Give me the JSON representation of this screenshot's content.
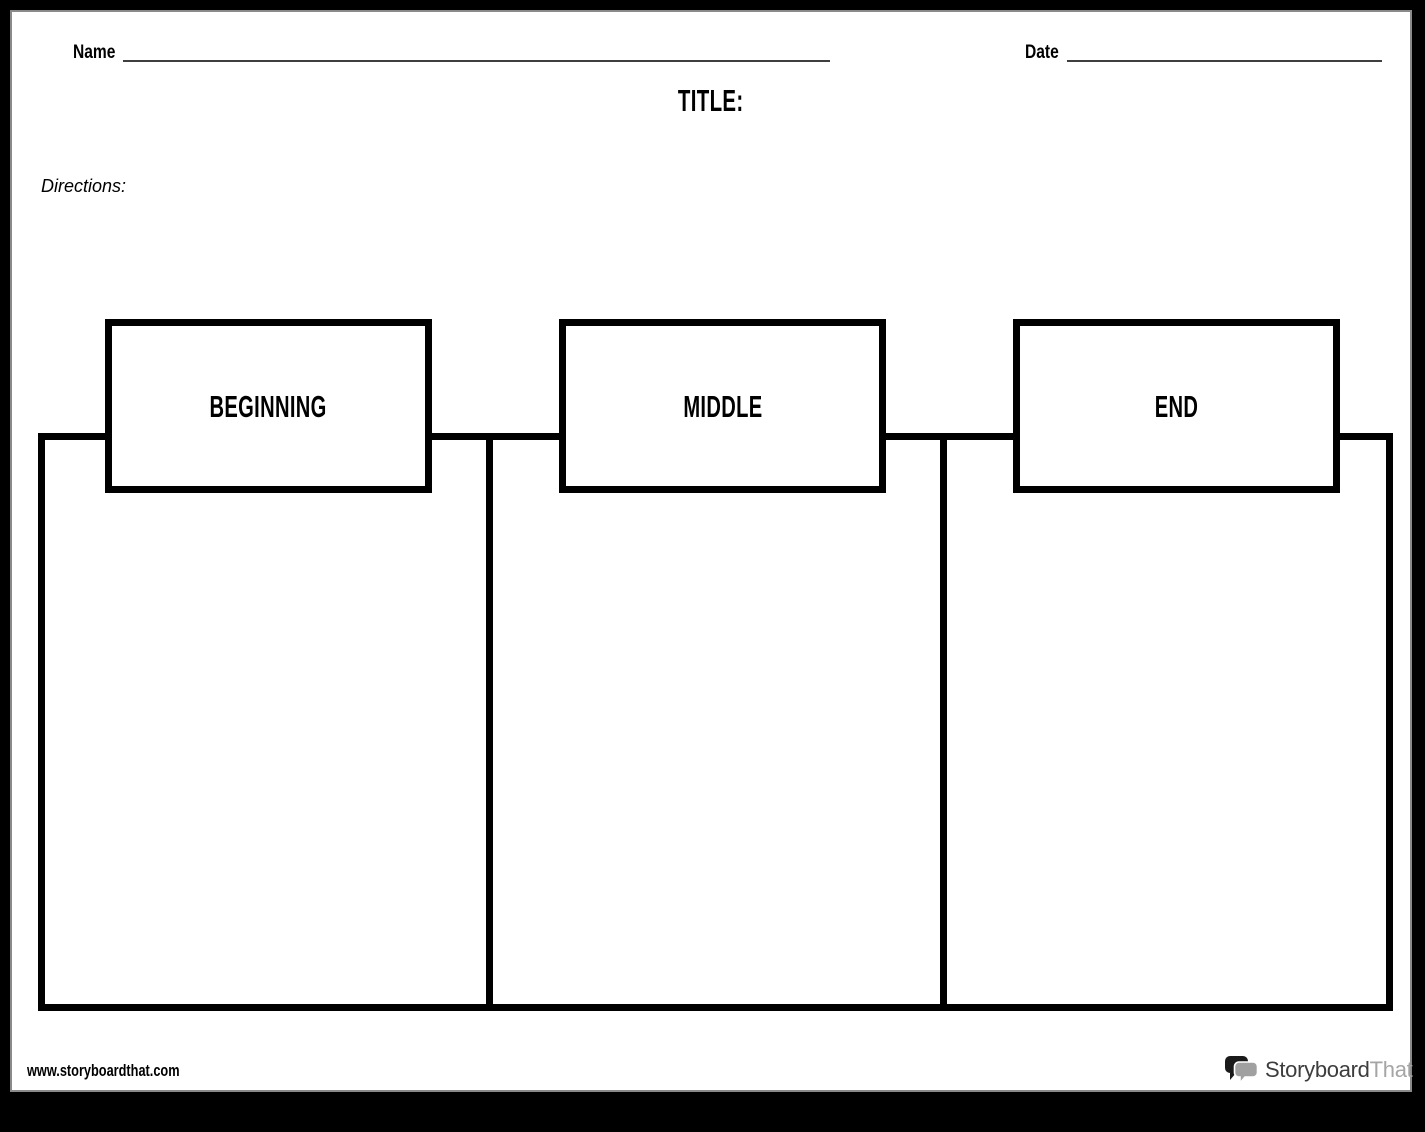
{
  "header": {
    "name_label": "Name",
    "date_label": "Date",
    "title_label": "TITLE:"
  },
  "directions": {
    "label": "Directions:"
  },
  "organizer": {
    "sections": [
      {
        "label": "BEGINNING"
      },
      {
        "label": "MIDDLE"
      },
      {
        "label": "END"
      }
    ]
  },
  "footer": {
    "website_url": "www.storyboardthat.com",
    "logo": {
      "icon": "speech-bubbles-icon",
      "text_primary": "Storyboard",
      "text_secondary": "That"
    }
  },
  "colors": {
    "page_background": "#ffffff",
    "frame_background": "#000000",
    "border_black": "#000000",
    "underline_gray": "#3f3f3f",
    "logo_dark": "#3d3d3d",
    "logo_gray": "#a5a5a5"
  }
}
